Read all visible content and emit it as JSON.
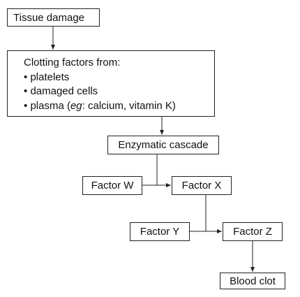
{
  "nodes": {
    "tissue_damage": "Tissue damage",
    "clotting_factors": {
      "heading": "Clotting factors from:",
      "items": [
        "platelets",
        "damaged cells",
        "plasma"
      ],
      "plasma_example_prefix": "eg",
      "plasma_example_rest": ": calcium, vitamin K)",
      "bullet": "•"
    },
    "enzymatic_cascade": "Enzymatic cascade",
    "factor_w": "Factor W",
    "factor_x": "Factor X",
    "factor_y": "Factor Y",
    "factor_z": "Factor Z",
    "blood_clot": "Blood clot"
  },
  "colors": {
    "line": "#222222",
    "background": "#ffffff",
    "text": "#111111"
  }
}
